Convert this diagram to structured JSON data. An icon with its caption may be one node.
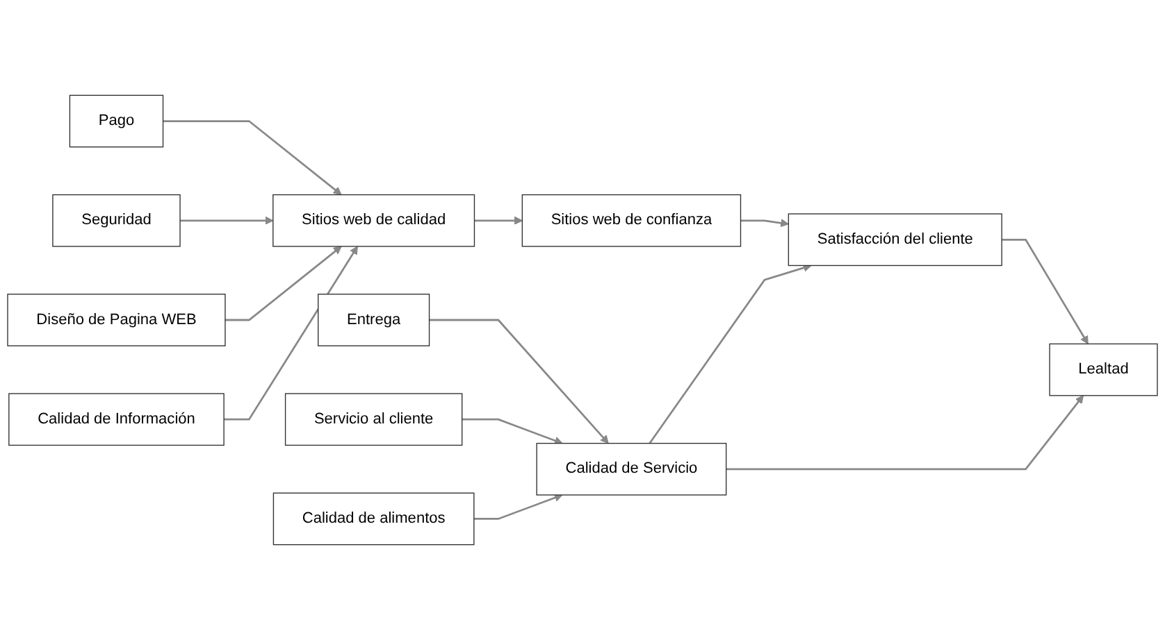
{
  "diagram": {
    "nodes": [
      {
        "text": [
          "Calidad de Información"
        ]
      },
      {
        "text": [
          "Diseño de Pagina WEB"
        ]
      },
      {
        "text": [
          "Seguridad"
        ]
      },
      {
        "text": [
          "Pago"
        ]
      },
      {
        "text": [
          "Sitios web de calidad"
        ]
      },
      {
        "text": [
          "Sitios web de confianza"
        ]
      },
      {
        "text": [
          "Lealtad"
        ]
      },
      {
        "text": [
          "Entrega"
        ]
      },
      {
        "text": [
          "Servicio al cliente"
        ]
      },
      {
        "text": [
          "Calidad de alimentos"
        ]
      },
      {
        "text": [
          "Calidad de Servicio"
        ]
      },
      {
        "text": [
          "Satisfacción del cliente"
        ]
      }
    ],
    "edges": [
      {
        "from": 0,
        "to": 4,
        "arrow": "to"
      },
      {
        "from": 1,
        "to": 4,
        "arrow": "to"
      },
      {
        "from": 2,
        "to": 4,
        "arrow": "to"
      },
      {
        "from": 3,
        "to": 4,
        "arrow": "to"
      },
      {
        "from": 4,
        "to": 5,
        "arrow": "to"
      },
      {
        "from": 5,
        "to": 11,
        "arrow": "to"
      },
      {
        "from": 10,
        "to": 6,
        "arrow": "to"
      },
      {
        "from": 7,
        "to": 10,
        "arrow": "to"
      },
      {
        "from": 8,
        "to": 10,
        "arrow": "to"
      },
      {
        "from": 9,
        "to": 10,
        "arrow": "to"
      },
      {
        "from": 10,
        "to": 11,
        "arrow": "to"
      },
      {
        "from": 11,
        "to": 6,
        "arrow": "to"
      }
    ]
  }
}
